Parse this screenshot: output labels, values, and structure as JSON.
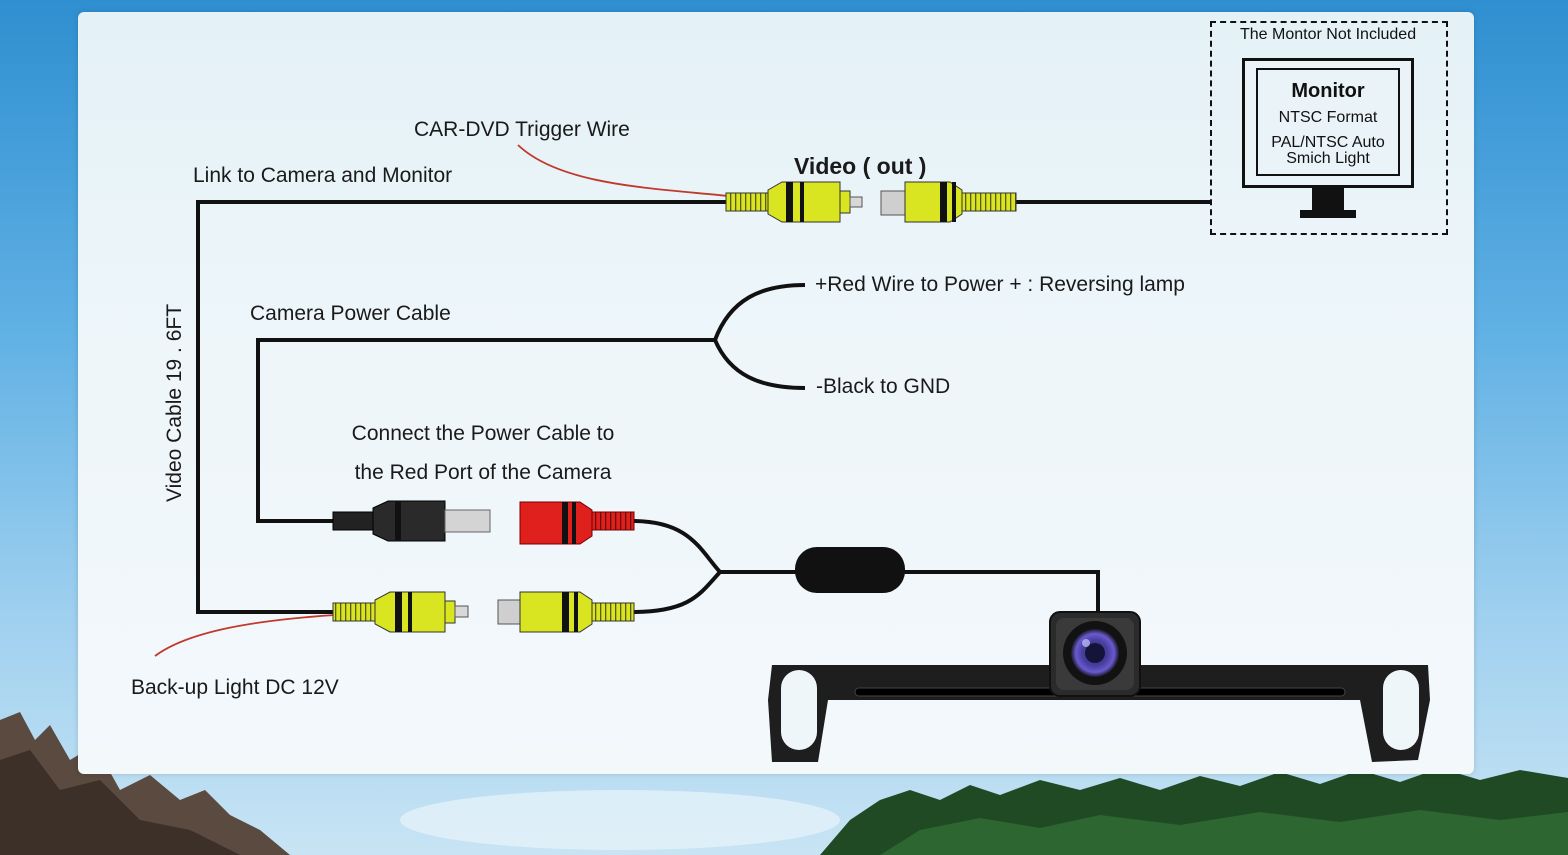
{
  "labels": {
    "trigger_wire": "CAR-DVD Trigger Wire",
    "link_camera_monitor": "Link to Camera and Monitor",
    "video_out": "Video ( out )",
    "red_wire": "+Red Wire to Power + : Reversing lamp",
    "camera_power_cable": "Camera Power Cable",
    "black_gnd": "-Black to GND",
    "connect_line1": "Connect the Power Cable to",
    "connect_line2": "the Red Port of the Camera",
    "video_cable": "Video Cable 19 . 6FT",
    "backup_light": "Back-up Light DC 12V"
  },
  "monitor": {
    "note": "The Montor Not Included",
    "title": "Monitor",
    "line1": "NTSC Format",
    "line2": "PAL/NTSC Auto",
    "line3": "Smich Light"
  },
  "colors": {
    "wire": "#111111",
    "trigger_wire": "#c0392b",
    "rca_yellow": "#d9e521",
    "rca_red": "#e0201c",
    "rca_black": "#222222"
  }
}
